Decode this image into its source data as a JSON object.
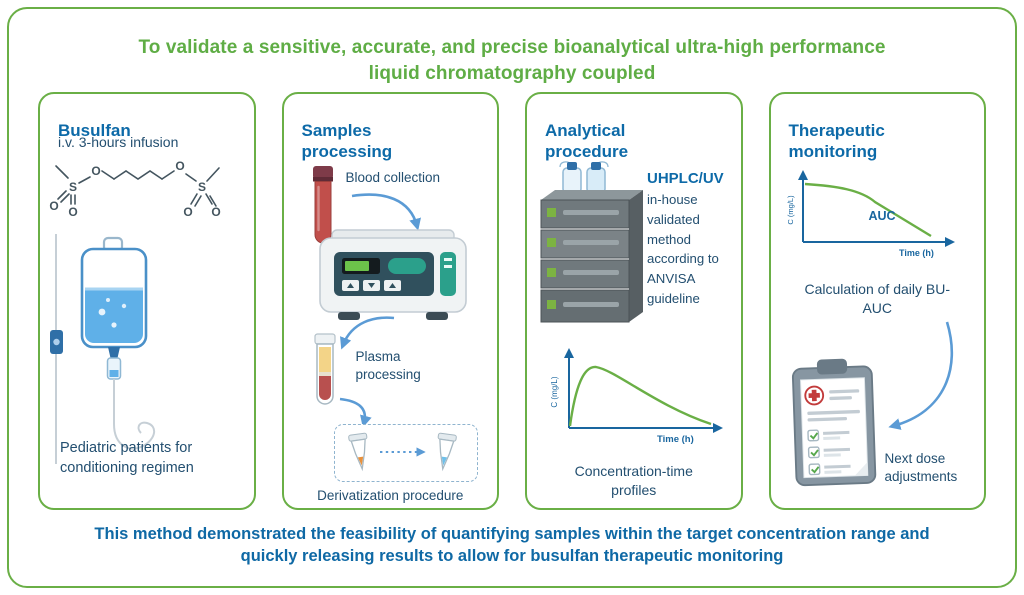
{
  "colors": {
    "green": "#6aaf46",
    "heading_blue": "#0d6aa8",
    "body_blue": "#234f70",
    "arrow_blue": "#5b9bd5",
    "blood_red": "#c14f4b",
    "plasma_yellow": "#f3d488"
  },
  "header": {
    "title": "To validate a sensitive, accurate, and precise bioanalytical ultra-high performance liquid chromatography coupled"
  },
  "footer": {
    "text": "This method demonstrated the feasibility of quantifying samples within the target concentration range and quickly releasing results to allow for busulfan therapeutic monitoring"
  },
  "panels": {
    "busulfan": {
      "title": "Busulfan",
      "subtitle": "i.v. 3-hours infusion",
      "caption": "Pediatric patients for conditioning regimen",
      "atoms": {
        "s": "S",
        "o": "O"
      }
    },
    "samples": {
      "title": "Samples processing",
      "blood_label": "Blood collection",
      "plasma_label": "Plasma processing",
      "derivatization_label": "Derivatization procedure"
    },
    "analytical": {
      "title": "Analytical procedure",
      "method_name": "UHPLC/UV",
      "method_description": "in-house validated method according to ANVISA guideline",
      "chart": {
        "ylabel": "C (mg/L)",
        "xlabel": "Time (h)"
      },
      "caption": "Concentration-time profiles"
    },
    "therapeutic": {
      "title": "Therapeutic monitoring",
      "chart": {
        "ylabel": "C (mg/L)",
        "xlabel": "Time (h)",
        "auc_label": "AUC"
      },
      "calc_caption": "Calculation of daily BU-AUC",
      "dose_caption": "Next dose adjustments"
    }
  },
  "icons": [
    "busulfan-structure-icon",
    "iv-bag-icon",
    "blood-tube-icon",
    "centrifuge-icon",
    "plasma-tube-icon",
    "microtube-orange-icon",
    "microtube-blue-icon",
    "uhplc-instrument-icon",
    "concentration-time-chart",
    "auc-chart",
    "clipboard-icon"
  ]
}
